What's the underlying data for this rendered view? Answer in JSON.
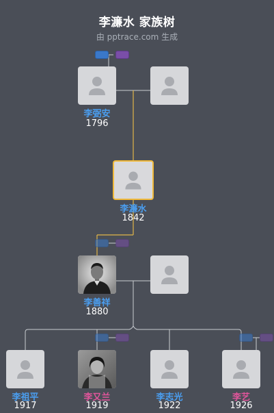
{
  "header": {
    "title": "李濂水 家族树",
    "subtitle": "由 pptrace.com 生成"
  },
  "colors": {
    "background": "#4a4e57",
    "male": "#4a9ef0",
    "female": "#e0559b",
    "highlight": "#f0b93a",
    "line": "#c9cdd2"
  },
  "people": {
    "grandfather": {
      "name": "李弼安",
      "year": "1796",
      "gender": "male",
      "photo": "avatar-placeholder-icon"
    },
    "grandfather_spouse": {
      "name": "",
      "year": "",
      "photo": "avatar-placeholder-icon"
    },
    "focus": {
      "name": "李濂水",
      "year": "1842",
      "gender": "male",
      "photo": "avatar-placeholder-icon"
    },
    "son": {
      "name": "李善祥",
      "year": "1880",
      "gender": "male",
      "photo": "portrait-photo"
    },
    "son_spouse": {
      "name": "",
      "year": "",
      "photo": "avatar-placeholder-icon"
    },
    "children": [
      {
        "name": "李祖平",
        "year": "1917",
        "gender": "male",
        "photo": "avatar-placeholder-icon"
      },
      {
        "name": "李又兰",
        "year": "1919",
        "gender": "female",
        "photo": "portrait-photo"
      },
      {
        "name": "李志光",
        "year": "1922",
        "gender": "male",
        "photo": "avatar-placeholder-icon"
      },
      {
        "name": "李艺",
        "year": "1926",
        "gender": "female",
        "photo": "avatar-placeholder-icon"
      }
    ]
  }
}
